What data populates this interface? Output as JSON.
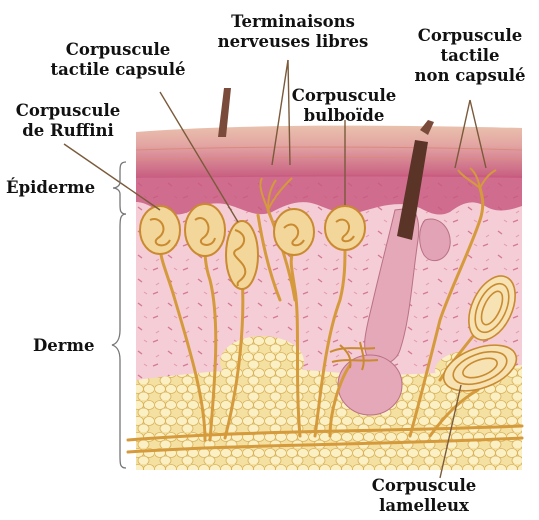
{
  "labels": {
    "terminaisons": [
      "Terminaisons",
      "nerveuses libres"
    ],
    "tactile_capsule": [
      "Corpuscule",
      "tactile capsulé"
    ],
    "tactile_non_capsule": [
      "Corpuscule",
      "tactile",
      "non capsulé"
    ],
    "ruffini": [
      "Corpuscule",
      "de Ruffini"
    ],
    "bulboide": [
      "Corpuscule",
      "bulboïde"
    ],
    "epiderme": "Épiderme",
    "derme": "Derme",
    "lamelleux": [
      "Corpuscule",
      "lamelleux"
    ]
  },
  "colors": {
    "epidermis_surface": "#e9b7a6",
    "epidermis_layer": "#cf6f8d",
    "dermis": "#f4cdd6",
    "fat": "#f4e0a0",
    "nerve": "#d59a3c",
    "hair": "#7a4b3a",
    "bracket": "#777777"
  }
}
